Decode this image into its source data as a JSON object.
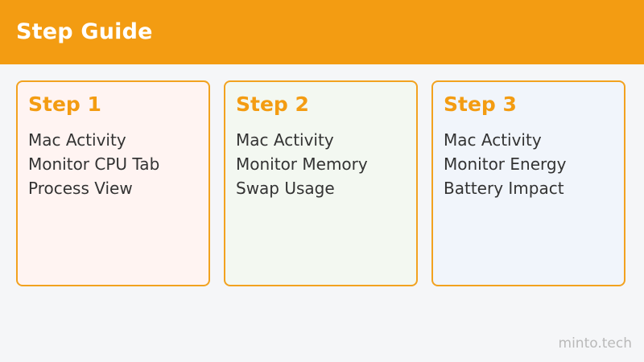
{
  "header": {
    "title": "Step Guide"
  },
  "steps": [
    {
      "title": "Step 1",
      "lines": [
        "Mac Activity",
        "Monitor CPU Tab",
        "Process View"
      ]
    },
    {
      "title": "Step 2",
      "lines": [
        "Mac Activity",
        "Monitor Memory",
        "Swap Usage"
      ]
    },
    {
      "title": "Step 3",
      "lines": [
        "Mac Activity",
        "Monitor Energy",
        "Battery Impact"
      ]
    }
  ],
  "footer": {
    "watermark": "minto.tech"
  },
  "colors": {
    "accent": "#f39c12",
    "card_1_bg": "#fff4f2",
    "card_2_bg": "#f3f8f1",
    "card_3_bg": "#f1f5fb",
    "page_bg": "#f5f6f8"
  }
}
